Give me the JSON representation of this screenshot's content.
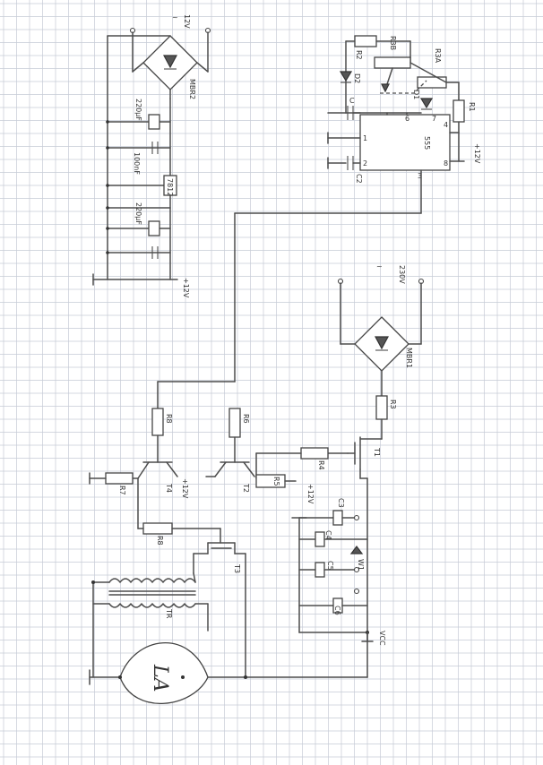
{
  "labels": {
    "bridge_top_ac": "12V",
    "bridge_top_name": "MBR2",
    "cap_220_a": "220µF",
    "cap_100nf": "100nF",
    "reg_7812": "7812",
    "cap_220_b": "220µF",
    "out_12v": "+12V",
    "r2": "R2",
    "r3b": "R3B",
    "r3a": "R3A",
    "d2": "D2",
    "d1": "D1",
    "c1": "C",
    "r1": "R1",
    "ic555": "555",
    "plus12_555": "+12V",
    "c2": "C2",
    "pin1": "1",
    "pin2": "2",
    "pin3": "3",
    "pin4": "4",
    "pin6": "6",
    "pin7": "7",
    "pin8": "8",
    "ac_230": "230V",
    "bridge_main_name": "MBR1",
    "r3": "R3",
    "t1": "T1",
    "r6": "R6",
    "r8_top": "R8",
    "r4": "R4",
    "t2": "T2",
    "r5": "R5",
    "plus12_t2": "+12V",
    "t4": "T4",
    "plus12_t4": "+12V",
    "r7": "R7",
    "r8_bottom": "R8",
    "t3": "T3",
    "c3": "C3",
    "c4": "C4",
    "c5": "C5",
    "c6": "C6",
    "w1": "W1",
    "vcc": "VCC",
    "tr": "TR",
    "la": "LA"
  },
  "icons": {
    "ac_symbol": "tilde",
    "diode": "triangle-bar"
  },
  "colors": {
    "paper": "#ffffff",
    "grid": "#c6cbd6",
    "ink": "#4d4d4d"
  }
}
